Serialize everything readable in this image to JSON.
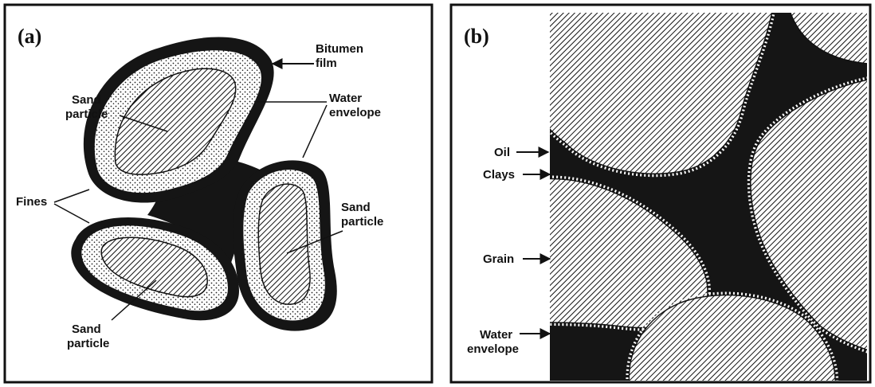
{
  "panel_a": {
    "tag": "(a)",
    "labels": {
      "bitumen_line1": "Bitumen",
      "bitumen_line2": "film",
      "sand_top_line1": "Sand",
      "sand_top_line2": "particle",
      "water_line1": "Water",
      "water_line2": "envelope",
      "fines": "Fines",
      "sand_right_line1": "Sand",
      "sand_right_line2": "particle",
      "sand_bottom_line1": "Sand",
      "sand_bottom_line2": "particle"
    }
  },
  "panel_b": {
    "tag": "(b)",
    "labels": {
      "oil": "Oil",
      "clays": "Clays",
      "grain": "Grain",
      "water_line1": "Water",
      "water_line2": "envelope"
    }
  }
}
